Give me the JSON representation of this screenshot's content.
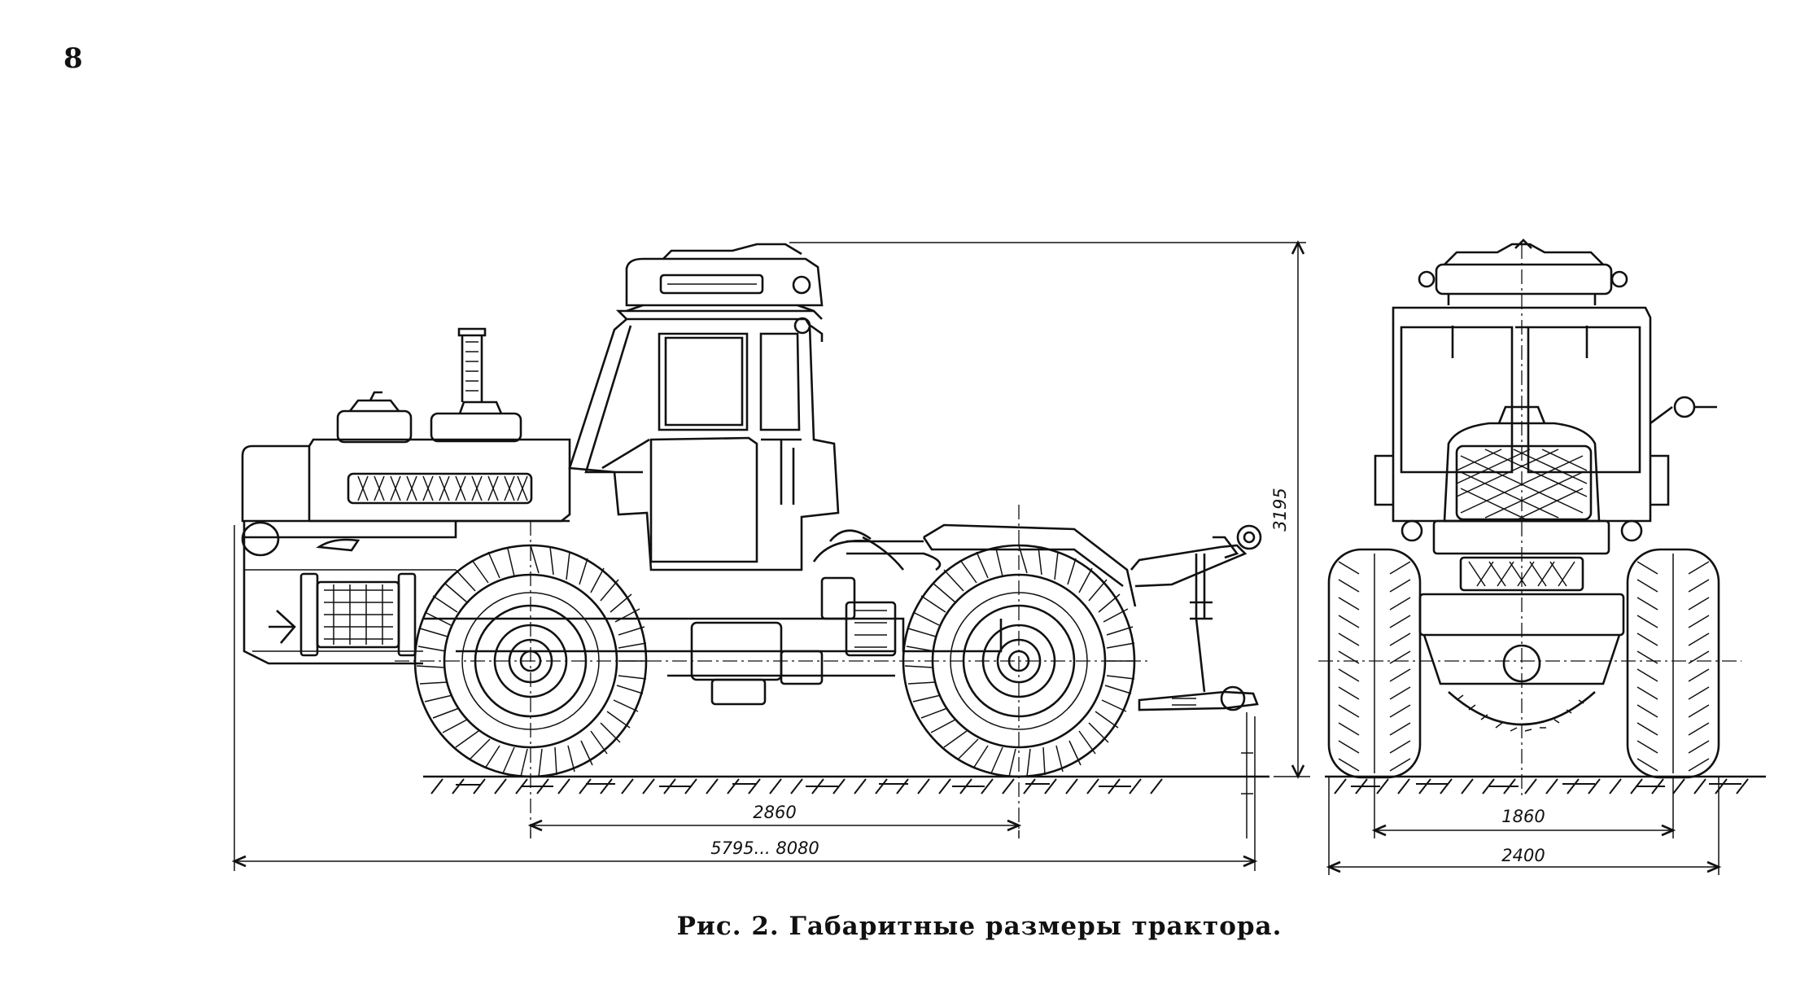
{
  "page": {
    "number": "8"
  },
  "figure": {
    "caption": "Рис. 2. Габаритные размеры трактора.",
    "dimensions": {
      "height": "3195",
      "wheelbase": "2860",
      "length": "5795... 8080",
      "track": "1860",
      "width": "2400"
    },
    "views": [
      "side-view",
      "front-view"
    ]
  }
}
